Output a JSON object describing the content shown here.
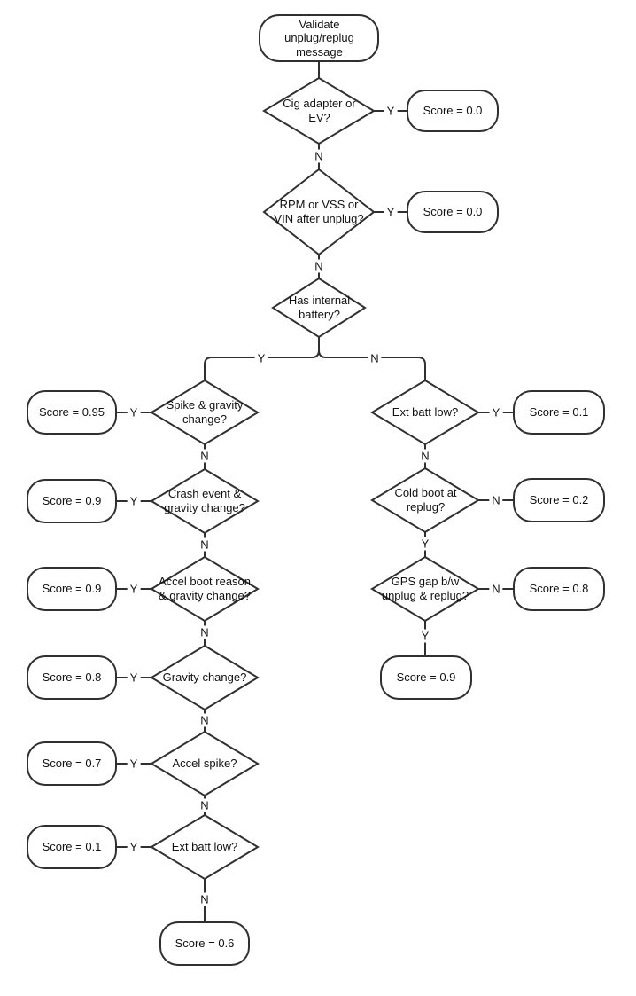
{
  "flowchart": {
    "colors": {
      "stroke": "#303030",
      "node_fill": "#ffffff",
      "text": "#111111"
    },
    "branch_labels": {
      "yes": "Y",
      "no": "N"
    },
    "nodes": {
      "start": {
        "type": "terminator",
        "label": "Validate unplug/replug message"
      },
      "cig_adapter_or_ev": {
        "type": "decision",
        "label": "Cig adapter or EV?"
      },
      "score_cig": {
        "type": "terminator",
        "label": "Score = 0.0"
      },
      "rpm_vss_vin": {
        "type": "decision",
        "label": "RPM or VSS or VIN after unplug?"
      },
      "score_rpm": {
        "type": "terminator",
        "label": "Score = 0.0"
      },
      "has_internal_battery": {
        "type": "decision",
        "label": "Has internal battery?"
      },
      "spike_gravity": {
        "type": "decision",
        "label": "Spike & gravity change?"
      },
      "score_spike": {
        "type": "terminator",
        "label": "Score = 0.95"
      },
      "crash_gravity": {
        "type": "decision",
        "label": "Crash event & gravity change?"
      },
      "score_crash": {
        "type": "terminator",
        "label": "Score = 0.9"
      },
      "accel_boot_gravity": {
        "type": "decision",
        "label": "Accel boot reason & gravity change?"
      },
      "score_accel_boot": {
        "type": "terminator",
        "label": "Score = 0.9"
      },
      "gravity_change": {
        "type": "decision",
        "label": "Gravity change?"
      },
      "score_gravity": {
        "type": "terminator",
        "label": "Score = 0.8"
      },
      "accel_spike": {
        "type": "decision",
        "label": "Accel spike?"
      },
      "score_accel": {
        "type": "terminator",
        "label": "Score = 0.7"
      },
      "ext_batt_left": {
        "type": "decision",
        "label": "Ext batt low?"
      },
      "score_ext_left": {
        "type": "terminator",
        "label": "Score = 0.1"
      },
      "score_left_final": {
        "type": "terminator",
        "label": "Score = 0.6"
      },
      "ext_batt_right": {
        "type": "decision",
        "label": "Ext batt low?"
      },
      "score_ext_right": {
        "type": "terminator",
        "label": "Score = 0.1"
      },
      "cold_boot": {
        "type": "decision",
        "label": "Cold boot at replug?"
      },
      "score_cold_boot": {
        "type": "terminator",
        "label": "Score = 0.2"
      },
      "gps_gap": {
        "type": "decision",
        "label": "GPS gap b/w unplug & replug?"
      },
      "score_gps_gap": {
        "type": "terminator",
        "label": "Score = 0.8"
      },
      "score_right_final": {
        "type": "terminator",
        "label": "Score = 0.9"
      }
    },
    "edges": [
      {
        "from": "start",
        "to": "cig_adapter_or_ev",
        "label": ""
      },
      {
        "from": "cig_adapter_or_ev",
        "to": "score_cig",
        "label": "Y"
      },
      {
        "from": "cig_adapter_or_ev",
        "to": "rpm_vss_vin",
        "label": "N"
      },
      {
        "from": "rpm_vss_vin",
        "to": "score_rpm",
        "label": "Y"
      },
      {
        "from": "rpm_vss_vin",
        "to": "has_internal_battery",
        "label": "N"
      },
      {
        "from": "has_internal_battery",
        "to": "spike_gravity",
        "label": "Y"
      },
      {
        "from": "has_internal_battery",
        "to": "ext_batt_right",
        "label": "N"
      },
      {
        "from": "spike_gravity",
        "to": "score_spike",
        "label": "Y"
      },
      {
        "from": "spike_gravity",
        "to": "crash_gravity",
        "label": "N"
      },
      {
        "from": "crash_gravity",
        "to": "score_crash",
        "label": "Y"
      },
      {
        "from": "crash_gravity",
        "to": "accel_boot_gravity",
        "label": "N"
      },
      {
        "from": "accel_boot_gravity",
        "to": "score_accel_boot",
        "label": "Y"
      },
      {
        "from": "accel_boot_gravity",
        "to": "gravity_change",
        "label": "N"
      },
      {
        "from": "gravity_change",
        "to": "score_gravity",
        "label": "Y"
      },
      {
        "from": "gravity_change",
        "to": "accel_spike",
        "label": "N"
      },
      {
        "from": "accel_spike",
        "to": "score_accel",
        "label": "Y"
      },
      {
        "from": "accel_spike",
        "to": "ext_batt_left",
        "label": "N"
      },
      {
        "from": "ext_batt_left",
        "to": "score_ext_left",
        "label": "Y"
      },
      {
        "from": "ext_batt_left",
        "to": "score_left_final",
        "label": "N"
      },
      {
        "from": "ext_batt_right",
        "to": "score_ext_right",
        "label": "Y"
      },
      {
        "from": "ext_batt_right",
        "to": "cold_boot",
        "label": "N"
      },
      {
        "from": "cold_boot",
        "to": "score_cold_boot",
        "label": "N"
      },
      {
        "from": "cold_boot",
        "to": "gps_gap",
        "label": "Y"
      },
      {
        "from": "gps_gap",
        "to": "score_gps_gap",
        "label": "N"
      },
      {
        "from": "gps_gap",
        "to": "score_right_final",
        "label": "Y"
      }
    ]
  }
}
